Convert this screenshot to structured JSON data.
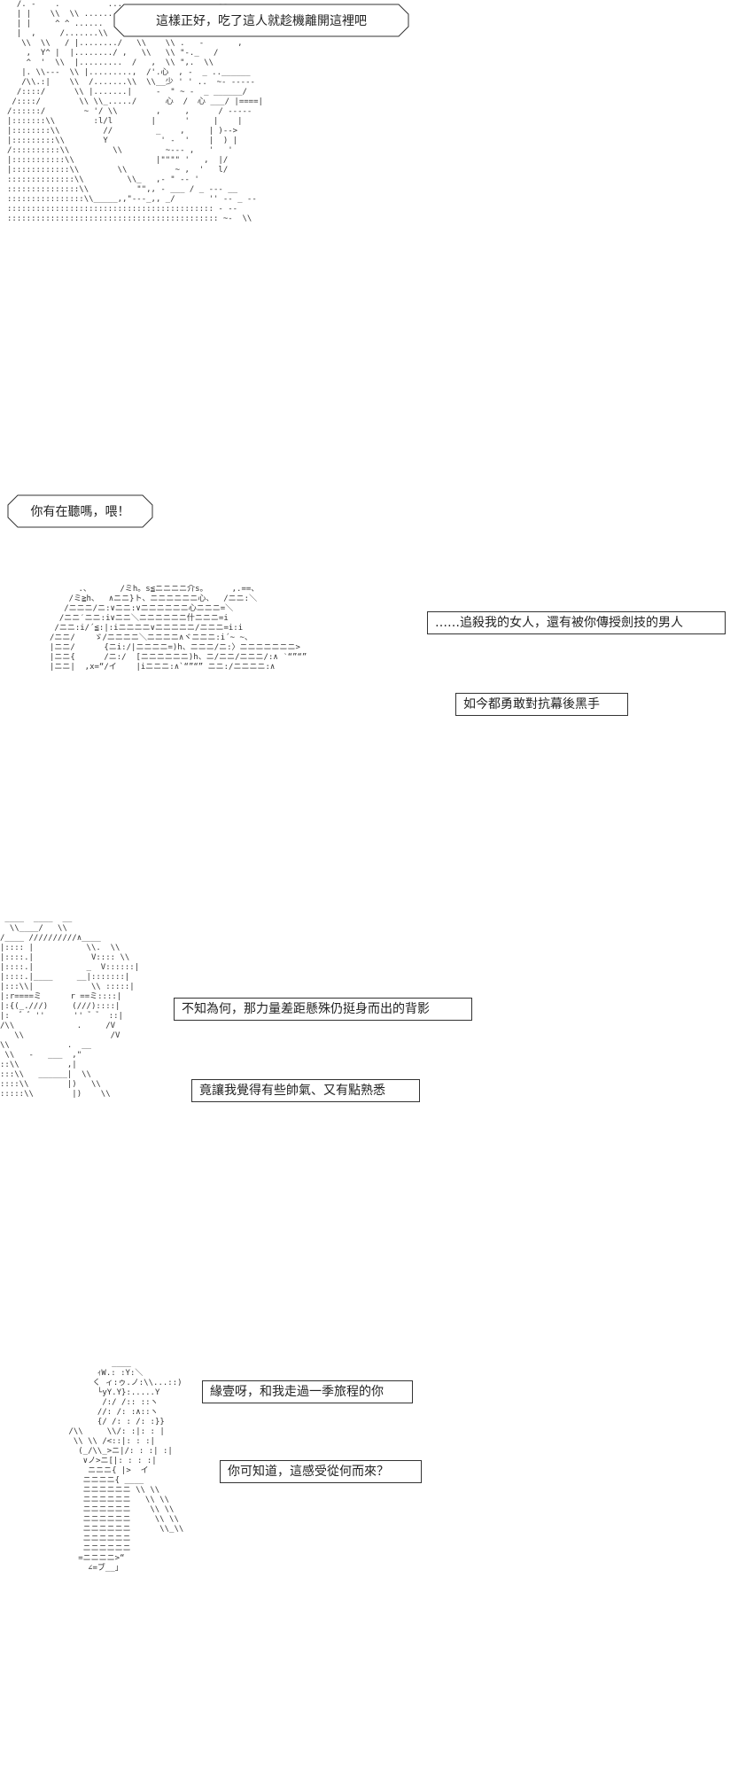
{
  "panels": [
    {
      "bubbles": [
        "這樣正好，吃了這人就趁機離開這裡吧"
      ]
    },
    {
      "bubbles": [
        "你有在聽嗎，喂！"
      ]
    },
    {
      "boxes": [
        "……追殺我的女人，還有被你傳授劍技的男人",
        "如今都勇敢對抗幕後黑手"
      ]
    },
    {
      "boxes": [
        "不知為何，那力量差距懸殊仍挺身而出的背影",
        "竟讓我覺得有些帥氣、又有點熟悉"
      ]
    },
    {
      "boxes": [
        "緣壹呀，和我走過一季旅程的你",
        "你可知道，這感受從何而來？"
      ]
    }
  ]
}
